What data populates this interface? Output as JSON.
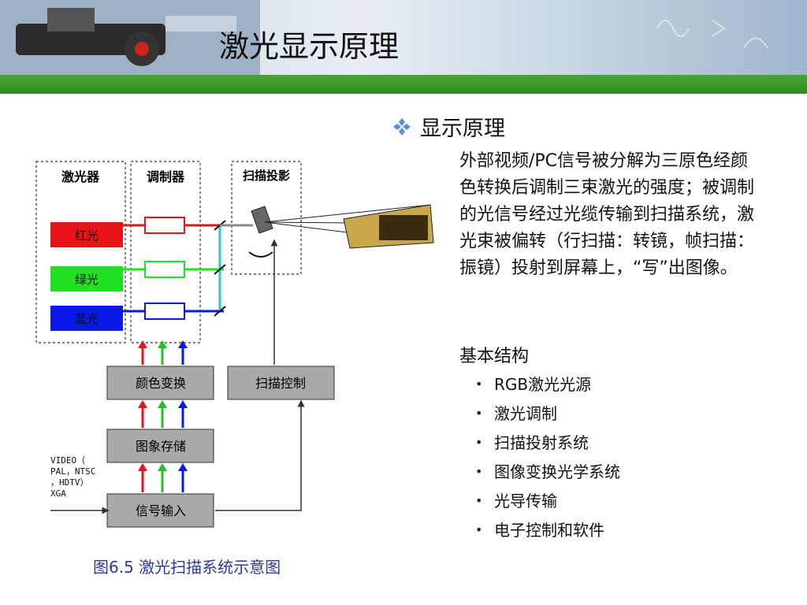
{
  "header": {
    "title": "激光显示原理"
  },
  "colors": {
    "accent_green": "#3c9c2c",
    "laser_red": "#e8141a",
    "laser_green": "#22e022",
    "laser_blue": "#0a18e8",
    "caption_blue": "#2a3aa0"
  },
  "content": {
    "heading": "显示原理",
    "paragraph": "外部视频/PC信号被分解为三原色经颜色转换后调制三束激光的强度；被调制的光信号经过光缆传输到扫描系统，激光束被偏转（行扫描：转镜，帧扫描：振镜）投射到屏幕上，“写”出图像。",
    "subheading": "基本结构",
    "items": [
      "RGB激光光源",
      "激光调制",
      "扫描投射系统",
      "图像变换光学系统",
      "光导传输",
      "电子控制和软件"
    ]
  },
  "diagram": {
    "laser_title": "激光器",
    "modulator_title": "调制器",
    "scan_title": "扫描投影",
    "red_label": "红光",
    "green_label": "绿光",
    "blue_label": "蓝光",
    "color_convert": "颜色变换",
    "scan_control": "扫描控制",
    "image_store": "图象存储",
    "signal_input": "信号输入",
    "video_label": "VIDEO（PAL，NTSC，HDTV）XGA"
  },
  "caption": "图6.5   激光扫描系统示意图"
}
